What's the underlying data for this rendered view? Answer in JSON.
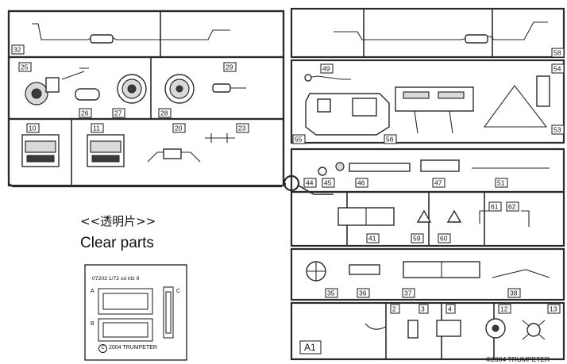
{
  "sheet_code": "A1",
  "part_numbers": [
    "32",
    "58",
    "25",
    "49",
    "54",
    "29",
    "26",
    "27",
    "28",
    "53",
    "55",
    "56",
    "10",
    "11",
    "20",
    "23",
    "44",
    "45",
    "46",
    "47",
    "51",
    "61",
    "62",
    "41",
    "59",
    "60",
    "35",
    "36",
    "37",
    "38",
    "2",
    "3",
    "4",
    "12",
    "13"
  ],
  "sprue_footer": "©2004 TRUMPETER",
  "clear_parts": {
    "heading_cn": "<<透明片>>",
    "heading_en": "Clear parts",
    "kit_line": "07203 1/72 sd kfz 9",
    "label_a": "A",
    "label_b": "B",
    "label_c": "C",
    "footer_brand": "2004 TRUMPETER",
    "copyright_symbol": "C"
  },
  "colors": {
    "line": "#2a2a2a",
    "plastic_shade": "#d9d9d9",
    "background": "#ffffff"
  }
}
